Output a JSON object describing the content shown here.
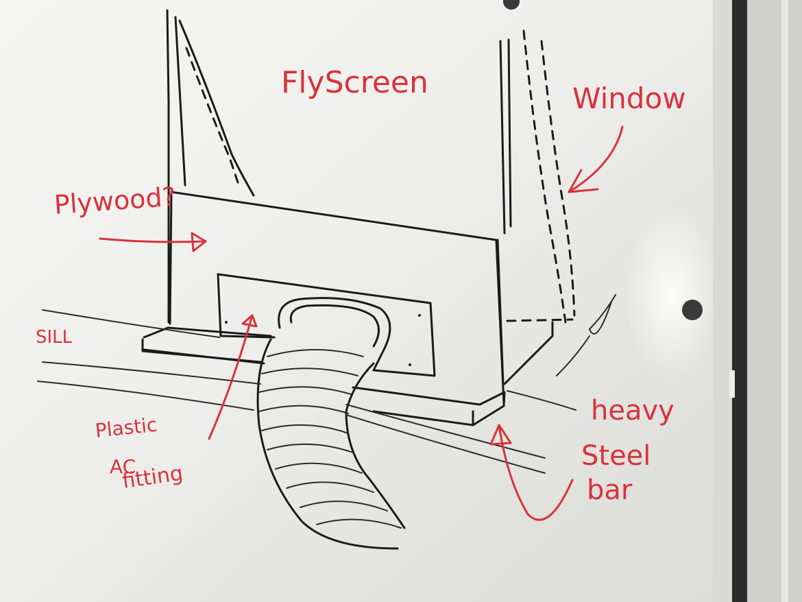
{
  "labels": {
    "fly_screen": "FlyScreen",
    "window": "Window",
    "plywood": "Plywood?",
    "sill": "SILL",
    "plastic_line1": "Plastic",
    "plastic_line2": "AC",
    "plastic_line3": "fitting",
    "steel_line1": "heavy",
    "steel_line2": "Steel",
    "steel_line3": "bar"
  },
  "colors": {
    "marker_red": "#d8333a",
    "marker_black": "#1a1a1a",
    "board": "#f4f4f2",
    "frame": "#cfcfcb"
  }
}
